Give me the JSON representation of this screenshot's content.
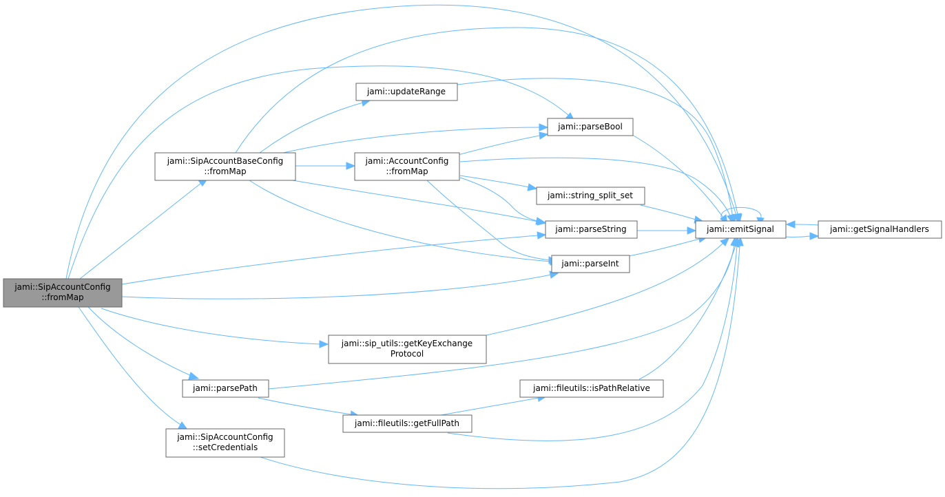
{
  "diagram": {
    "colors": {
      "edge": "#63b8ff",
      "node_border": "#666666",
      "root_fill": "#999999",
      "node_fill": "#ffffff"
    },
    "nodes": {
      "root": {
        "lines": [
          "jami::SipAccountConfig",
          "::fromMap"
        ]
      },
      "baseFrom": {
        "lines": [
          "jami::SipAccountBaseConfig",
          "::fromMap"
        ]
      },
      "updRange": {
        "lines": [
          "jami::updateRange"
        ]
      },
      "accFrom": {
        "lines": [
          "jami::AccountConfig",
          "::fromMap"
        ]
      },
      "pBool": {
        "lines": [
          "jami::parseBool"
        ]
      },
      "split": {
        "lines": [
          "jami::string_split_set"
        ]
      },
      "pString": {
        "lines": [
          "jami::parseString"
        ]
      },
      "pInt": {
        "lines": [
          "jami::parseInt"
        ]
      },
      "emit": {
        "lines": [
          "jami::emitSignal"
        ]
      },
      "handlers": {
        "lines": [
          "jami::getSignalHandlers"
        ]
      },
      "keyEx": {
        "lines": [
          "jami::sip_utils::getKeyExchange",
          "Protocol"
        ]
      },
      "pPath": {
        "lines": [
          "jami::parsePath"
        ]
      },
      "relPath": {
        "lines": [
          "jami::fileutils::isPathRelative"
        ]
      },
      "fullPath": {
        "lines": [
          "jami::fileutils::getFullPath"
        ]
      },
      "setCred": {
        "lines": [
          "jami::SipAccountConfig",
          "::setCredentials"
        ]
      }
    }
  }
}
